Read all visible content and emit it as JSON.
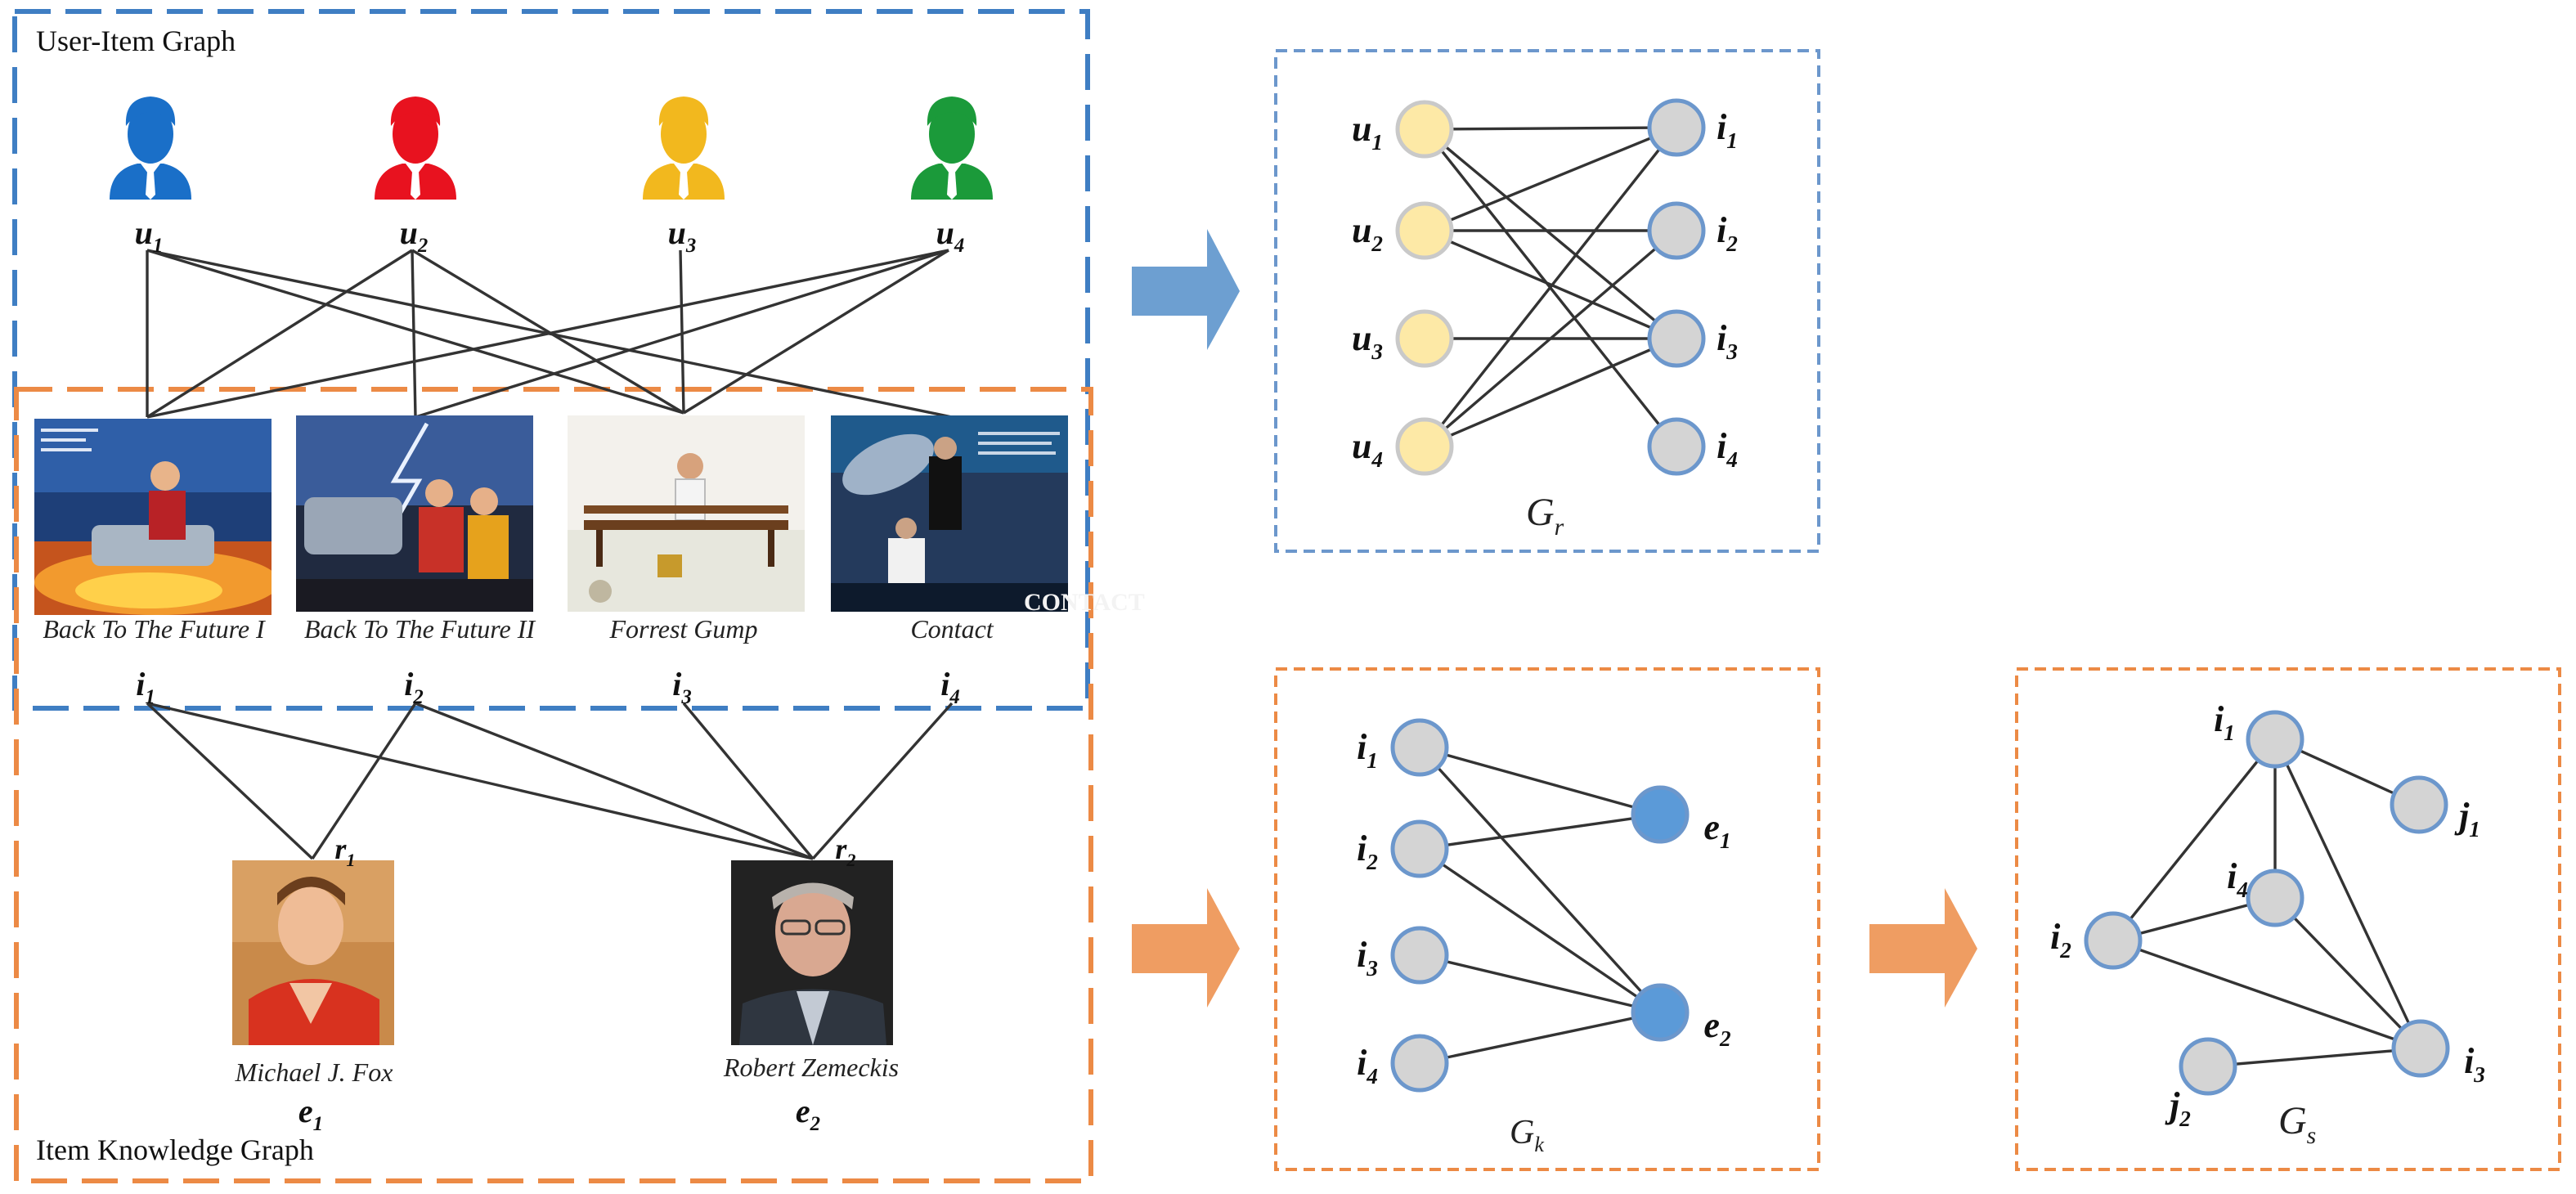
{
  "colors": {
    "blue_box": "#3f7ec3",
    "orange_box": "#ec8a45",
    "user_blue": "#1a6fc8",
    "user_red": "#e8121f",
    "user_yellow": "#f2b81e",
    "user_green": "#1b9a3a",
    "user_node_fill": "#fde9a6",
    "user_node_stroke": "#c9c9c9",
    "item_node_fill": "#d4d4d4",
    "item_node_stroke": "#6c97cc",
    "entity_node_fill": "#5b9ad8",
    "arrow_blue": "#6d9fd1",
    "arrow_orange": "#ef9d62"
  },
  "user_item_graph": {
    "title": "User-Item Graph",
    "users": [
      {
        "id": "u",
        "sub": "1",
        "icon": "user-icon",
        "color": "#1a6fc8"
      },
      {
        "id": "u",
        "sub": "2",
        "icon": "user-icon",
        "color": "#e8121f"
      },
      {
        "id": "u",
        "sub": "3",
        "icon": "user-icon",
        "color": "#f2b81e"
      },
      {
        "id": "u",
        "sub": "4",
        "icon": "user-icon",
        "color": "#1b9a3a"
      }
    ],
    "items": [
      {
        "id": "i",
        "sub": "1",
        "caption": "Back To The Future I"
      },
      {
        "id": "i",
        "sub": "2",
        "caption": "Back To The Future II"
      },
      {
        "id": "i",
        "sub": "3",
        "caption": "Forrest Gump"
      },
      {
        "id": "i",
        "sub": "4",
        "caption": "Contact"
      }
    ],
    "interactions": [
      [
        0,
        0
      ],
      [
        0,
        2
      ],
      [
        0,
        3
      ],
      [
        1,
        0
      ],
      [
        1,
        1
      ],
      [
        1,
        2
      ],
      [
        2,
        2
      ],
      [
        3,
        0
      ],
      [
        3,
        1
      ],
      [
        3,
        2
      ]
    ]
  },
  "item_knowledge_graph": {
    "title": "Item Knowledge Graph",
    "relations": [
      {
        "id": "r",
        "sub": "1"
      },
      {
        "id": "r",
        "sub": "2"
      }
    ],
    "entities": [
      {
        "id": "e",
        "sub": "1",
        "caption": "Michael J. Fox"
      },
      {
        "id": "e",
        "sub": "2",
        "caption": "Robert Zemeckis"
      }
    ],
    "links": [
      [
        0,
        0
      ],
      [
        1,
        0
      ],
      [
        0,
        1
      ],
      [
        1,
        1
      ],
      [
        2,
        1
      ],
      [
        3,
        1
      ]
    ]
  },
  "graph_r": {
    "name": "G",
    "sub": "r",
    "users": [
      "1",
      "2",
      "3",
      "4"
    ],
    "items": [
      "1",
      "2",
      "3",
      "4"
    ],
    "edges": [
      [
        0,
        0
      ],
      [
        0,
        2
      ],
      [
        0,
        3
      ],
      [
        1,
        0
      ],
      [
        1,
        1
      ],
      [
        1,
        2
      ],
      [
        2,
        2
      ],
      [
        3,
        0
      ],
      [
        3,
        1
      ],
      [
        3,
        2
      ]
    ]
  },
  "graph_k": {
    "name": "G",
    "sub": "k",
    "items": [
      "1",
      "2",
      "3",
      "4"
    ],
    "entities": [
      "1",
      "2"
    ],
    "edges": [
      [
        0,
        0
      ],
      [
        0,
        1
      ],
      [
        1,
        0
      ],
      [
        1,
        1
      ],
      [
        2,
        1
      ],
      [
        3,
        1
      ]
    ]
  },
  "graph_s": {
    "name": "G",
    "sub": "s",
    "nodes": [
      {
        "id": "i",
        "sub": "1"
      },
      {
        "id": "i",
        "sub": "2"
      },
      {
        "id": "i",
        "sub": "3"
      },
      {
        "id": "i",
        "sub": "4"
      },
      {
        "id": "j",
        "sub": "1"
      },
      {
        "id": "j",
        "sub": "2"
      }
    ],
    "edges": [
      [
        0,
        1
      ],
      [
        0,
        2
      ],
      [
        0,
        3
      ],
      [
        0,
        4
      ],
      [
        1,
        2
      ],
      [
        1,
        3
      ],
      [
        2,
        3
      ],
      [
        2,
        5
      ]
    ]
  }
}
